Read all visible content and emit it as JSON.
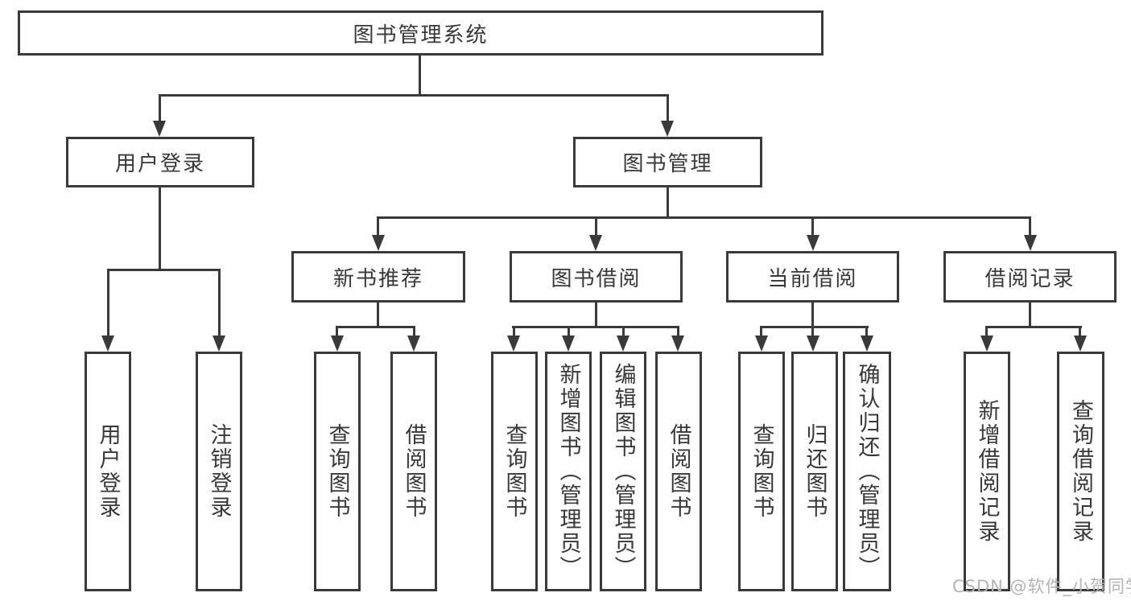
{
  "colors": {
    "line": "#3a3a3a",
    "text": "#383838",
    "background": "#ffffff",
    "watermark": "#b3b3b3"
  },
  "diagram": {
    "root": {
      "label": "图书管理系统"
    },
    "branches": [
      {
        "label": "用户登录",
        "children": [
          {
            "label": "用户登录"
          },
          {
            "label": "注销登录"
          }
        ]
      },
      {
        "label": "图书管理",
        "children": [
          {
            "label": "新书推荐",
            "children": [
              {
                "label": "查询图书"
              },
              {
                "label": "借阅图书"
              }
            ]
          },
          {
            "label": "图书借阅",
            "children": [
              {
                "label": "查询图书"
              },
              {
                "label": "新增图书（管理员）"
              },
              {
                "label": "编辑图书（管理员）"
              },
              {
                "label": "借阅图书"
              }
            ]
          },
          {
            "label": "当前借阅",
            "children": [
              {
                "label": "查询图书"
              },
              {
                "label": "归还图书"
              },
              {
                "label": "确认归还（管理员）"
              }
            ]
          },
          {
            "label": "借阅记录",
            "children": [
              {
                "label": "新增借阅记录"
              },
              {
                "label": "查询借阅记录"
              }
            ]
          }
        ]
      }
    ]
  },
  "watermark": {
    "text": "CSDN @软件_小贺同学"
  }
}
